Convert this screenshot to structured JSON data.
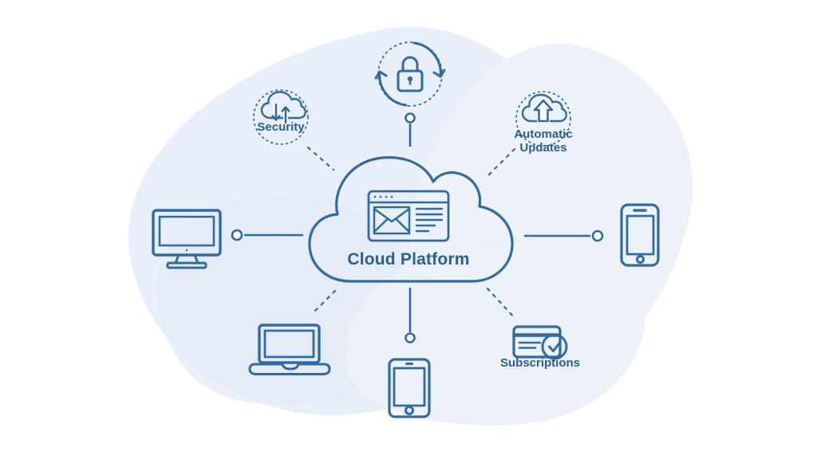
{
  "title": "Cloud Platform",
  "colors": {
    "stroke_blue": "#2e6ba6",
    "text_blue": "#2a5f93",
    "background": "#ffffff",
    "blob_light_blue": "#e8eef7"
  },
  "cloud": {
    "label": "Cloud Platform",
    "icon": "browser-window-with-envelope"
  },
  "features": {
    "security": {
      "label": "Security",
      "icon": "cloud-sync-icon"
    },
    "secure_sync": {
      "label": "",
      "icon": "lock-sync-icon"
    },
    "automatic_updates": {
      "label": "Automatic Updates",
      "icon": "cloud-upload-icon"
    },
    "subscriptions": {
      "label": "Subscriptions",
      "icon": "credit-card-check-icon"
    }
  },
  "devices": [
    {
      "id": "desktop",
      "icon": "desktop-monitor-icon"
    },
    {
      "id": "smartphone",
      "icon": "smartphone-icon"
    },
    {
      "id": "laptop",
      "icon": "laptop-icon"
    },
    {
      "id": "tablet",
      "icon": "tablet-icon"
    }
  ],
  "icons": [
    "lock-sync-icon",
    "cloud-sync-icon",
    "cloud-upload-icon",
    "cloud-icon",
    "browser-window-icon",
    "envelope-icon",
    "desktop-monitor-icon",
    "smartphone-icon",
    "laptop-icon",
    "tablet-icon",
    "credit-card-icon",
    "checkmark-icon"
  ]
}
